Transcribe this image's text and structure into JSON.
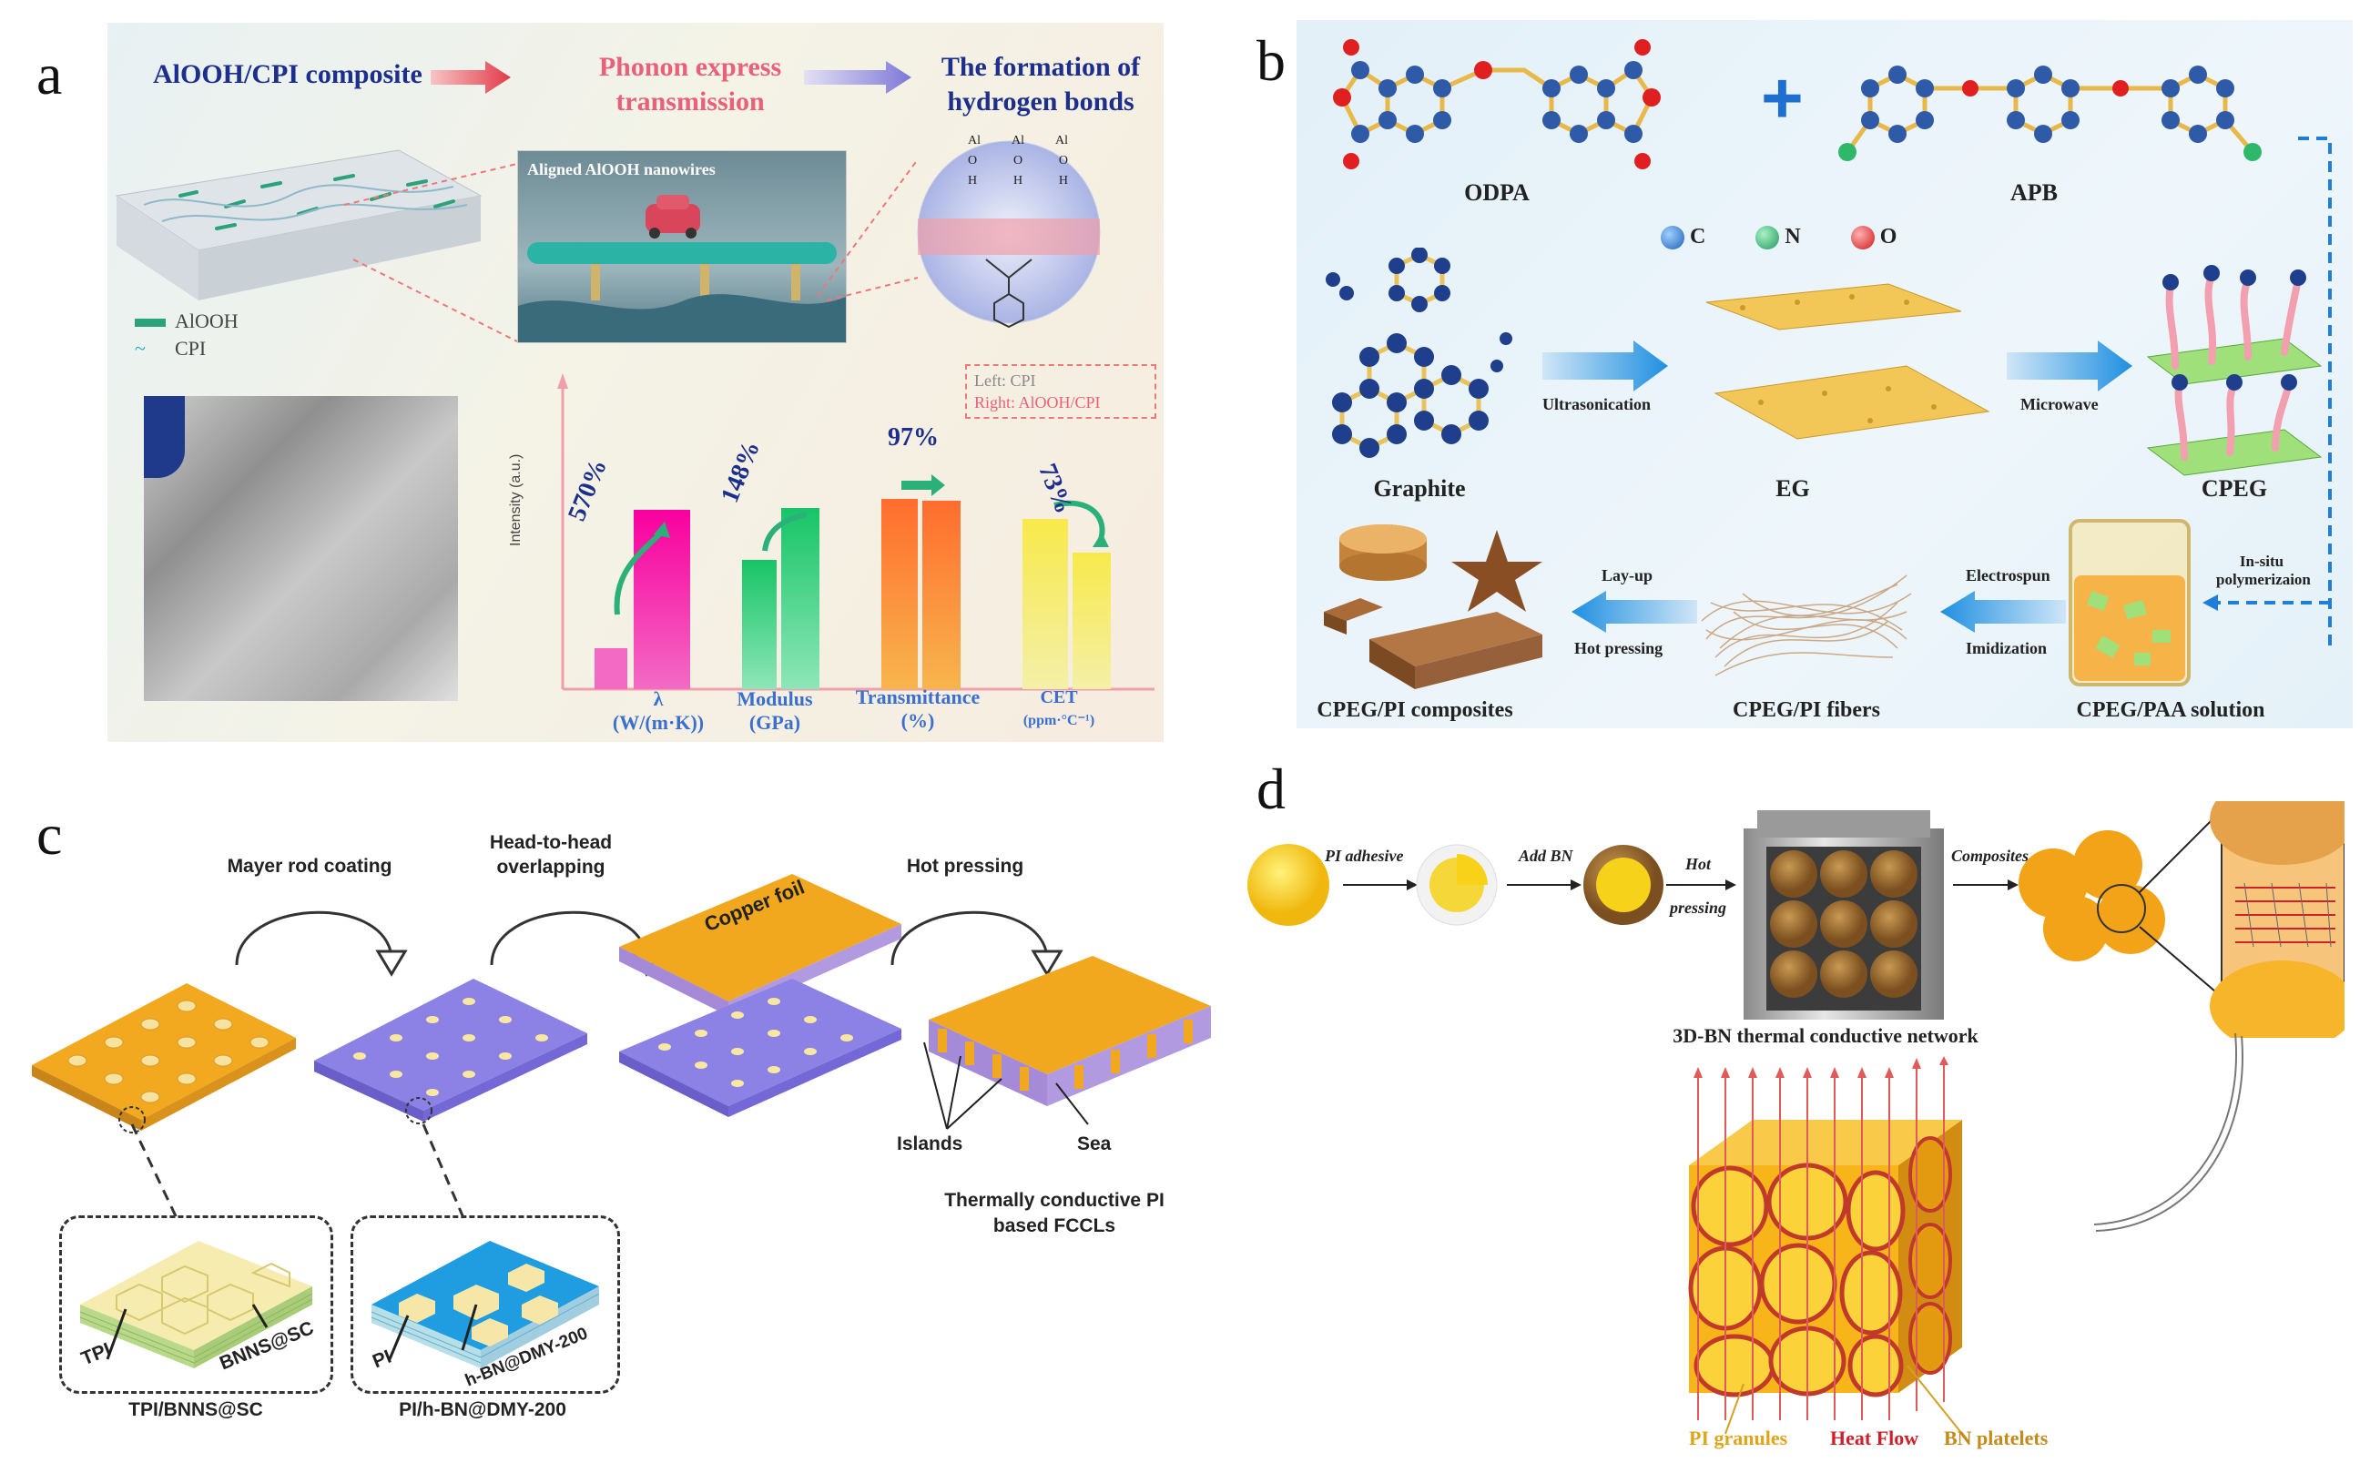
{
  "panels": {
    "a": {
      "label": "a",
      "flow": [
        "AlOOH/CPI composite",
        "Phonon express transmission",
        "The formation of hydrogen bonds"
      ],
      "inset_title": "Aligned AlOOH nanowires",
      "legend": [
        "AlOOH",
        "CPI"
      ],
      "circle_note": [
        "Left: CPI",
        "Right: AlOOH/CPI"
      ],
      "ylabel": "Intensity (a.u.)",
      "categories": [
        {
          "name": "λ",
          "unit": "(W/(m·K))"
        },
        {
          "name": "Modulus",
          "unit": "(GPa)"
        },
        {
          "name": "Transmittance",
          "unit": "(%)"
        },
        {
          "name": "CET",
          "unit": "(ppm·°C⁻¹)"
        }
      ],
      "changes": [
        "570%",
        "148%",
        "97%",
        "73%"
      ],
      "bond_atoms": [
        "Al",
        "O",
        "H",
        "Al",
        "O",
        "H",
        "Al",
        "O",
        "H"
      ]
    },
    "b": {
      "label": "b",
      "monomers": [
        "ODPA",
        "APB"
      ],
      "atom_legend": [
        "C",
        "N",
        "O"
      ],
      "stages": [
        "Graphite",
        "EG",
        "CPEG",
        "CPEG/PI composites",
        "CPEG/PI fibers",
        "CPEG/PAA solution"
      ],
      "arrows": {
        "ultrasonication": "Ultrasonication",
        "microwave": "Microwave",
        "insitu": "In-situ polymerizaion",
        "electrospun": "Electrospun",
        "imidization": "Imidization",
        "layup": "Lay-up",
        "hotpressing": "Hot pressing"
      }
    },
    "c": {
      "label": "c",
      "steps": [
        "Mayer rod coating",
        "Head-to-head overlapping",
        "Hot pressing"
      ],
      "copper_foil": "Copper foil",
      "islands": "Islands",
      "sea": "Sea",
      "product": [
        "Thermally conductive PI",
        "based FCCLs"
      ],
      "inset1": {
        "left": "TPI",
        "right": "BNNS@SC",
        "caption": "TPI/BNNS@SC"
      },
      "inset2": {
        "left": "PI",
        "right": "h-BN@DMY-200",
        "caption": "PI/h-BN@DMY-200"
      }
    },
    "d": {
      "label": "d",
      "steps": [
        "PI adhesive",
        "Add BN",
        "Hot pressing",
        "Composites"
      ],
      "network_title": "3D-BN thermal conductive network",
      "bottom_labels": [
        "PI granules",
        "Heat Flow",
        "BN platelets"
      ]
    }
  },
  "colors": {
    "navy": "#1d2f8c",
    "pink": "#e9607a",
    "orange": "#f5a623",
    "blue_arrow": "#2f8fd8",
    "purple": "#8b7fe0",
    "red_heat": "#d0202a"
  }
}
